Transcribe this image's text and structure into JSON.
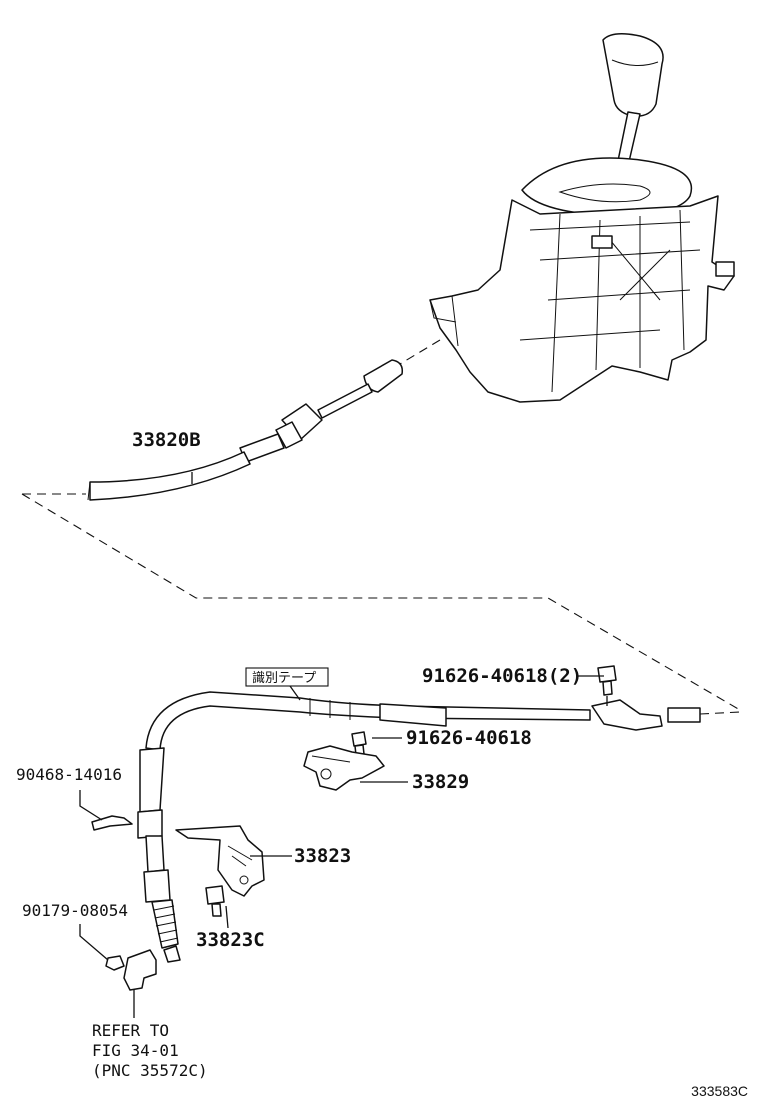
{
  "figure_number": "333583C",
  "parts": {
    "cable_assembly": "33820B",
    "id_tape_label": "識別テープ",
    "bolt_with_qty": "91626-40618(2)",
    "bolt": "91626-40618",
    "retainer": "33829",
    "bracket": "33823",
    "bracket_sub": "33823C",
    "clip": "90468-14016",
    "nut": "90179-08054"
  },
  "reference": {
    "line1": "REFER TO",
    "line2": "FIG 34-01",
    "line3": "(PNC 35572C)"
  }
}
